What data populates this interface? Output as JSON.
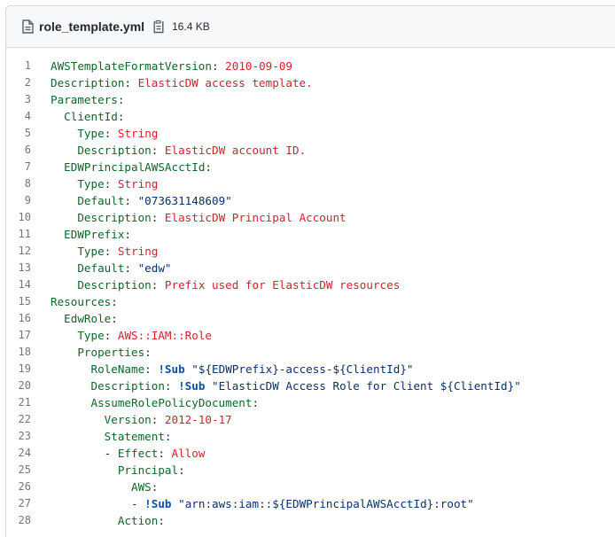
{
  "file": {
    "name": "role_template.yml",
    "size": "16.4 KB",
    "icons": {
      "file": "file-icon",
      "copy": "copy-icon"
    }
  },
  "colors": {
    "key": "#116329",
    "value": "#cf222e",
    "string": "#0a3069",
    "tag": "#0550ae",
    "line_number": "#6e7781"
  },
  "lines": [
    {
      "n": "1",
      "indent": "",
      "tokens": [
        [
          "k",
          "AWSTemplateFormatVersion"
        ],
        [
          "p",
          ": "
        ],
        [
          "v",
          "2010-09-09"
        ]
      ]
    },
    {
      "n": "2",
      "indent": "",
      "tokens": [
        [
          "k",
          "Description"
        ],
        [
          "p",
          ": "
        ],
        [
          "v",
          "ElasticDW access template."
        ]
      ]
    },
    {
      "n": "3",
      "indent": "",
      "tokens": [
        [
          "k",
          "Parameters"
        ],
        [
          "p",
          ":"
        ]
      ]
    },
    {
      "n": "4",
      "indent": "  ",
      "tokens": [
        [
          "k",
          "ClientId"
        ],
        [
          "p",
          ":"
        ]
      ]
    },
    {
      "n": "5",
      "indent": "    ",
      "tokens": [
        [
          "k",
          "Type"
        ],
        [
          "p",
          ": "
        ],
        [
          "v",
          "String"
        ]
      ]
    },
    {
      "n": "6",
      "indent": "    ",
      "tokens": [
        [
          "k",
          "Description"
        ],
        [
          "p",
          ": "
        ],
        [
          "v",
          "ElasticDW account ID."
        ]
      ]
    },
    {
      "n": "7",
      "indent": "  ",
      "tokens": [
        [
          "k",
          "EDWPrincipalAWSAcctId"
        ],
        [
          "p",
          ":"
        ]
      ]
    },
    {
      "n": "8",
      "indent": "    ",
      "tokens": [
        [
          "k",
          "Type"
        ],
        [
          "p",
          ": "
        ],
        [
          "v",
          "String"
        ]
      ]
    },
    {
      "n": "9",
      "indent": "    ",
      "tokens": [
        [
          "k",
          "Default"
        ],
        [
          "p",
          ": "
        ],
        [
          "s",
          "\"073631148609\""
        ]
      ]
    },
    {
      "n": "10",
      "indent": "    ",
      "tokens": [
        [
          "k",
          "Description"
        ],
        [
          "p",
          ": "
        ],
        [
          "v",
          "ElasticDW Principal Account"
        ]
      ]
    },
    {
      "n": "11",
      "indent": "  ",
      "tokens": [
        [
          "k",
          "EDWPrefix"
        ],
        [
          "p",
          ":"
        ]
      ]
    },
    {
      "n": "12",
      "indent": "    ",
      "tokens": [
        [
          "k",
          "Type"
        ],
        [
          "p",
          ": "
        ],
        [
          "v",
          "String"
        ]
      ]
    },
    {
      "n": "13",
      "indent": "    ",
      "tokens": [
        [
          "k",
          "Default"
        ],
        [
          "p",
          ": "
        ],
        [
          "s",
          "\"edw\""
        ]
      ]
    },
    {
      "n": "14",
      "indent": "    ",
      "tokens": [
        [
          "k",
          "Description"
        ],
        [
          "p",
          ": "
        ],
        [
          "v",
          "Prefix used for ElasticDW resources"
        ]
      ]
    },
    {
      "n": "15",
      "indent": "",
      "tokens": [
        [
          "k",
          "Resources"
        ],
        [
          "p",
          ":"
        ]
      ]
    },
    {
      "n": "16",
      "indent": "  ",
      "tokens": [
        [
          "k",
          "EdwRole"
        ],
        [
          "p",
          ":"
        ]
      ]
    },
    {
      "n": "17",
      "indent": "    ",
      "tokens": [
        [
          "k",
          "Type"
        ],
        [
          "p",
          ": "
        ],
        [
          "v",
          "AWS::IAM::Role"
        ]
      ]
    },
    {
      "n": "18",
      "indent": "    ",
      "tokens": [
        [
          "k",
          "Properties"
        ],
        [
          "p",
          ":"
        ]
      ]
    },
    {
      "n": "19",
      "indent": "      ",
      "tokens": [
        [
          "k",
          "RoleName"
        ],
        [
          "p",
          ": "
        ],
        [
          "tag",
          "!Sub"
        ],
        [
          "p",
          " "
        ],
        [
          "s",
          "\"${EDWPrefix}-access-${ClientId}\""
        ]
      ]
    },
    {
      "n": "20",
      "indent": "      ",
      "tokens": [
        [
          "k",
          "Description"
        ],
        [
          "p",
          ": "
        ],
        [
          "tag",
          "!Sub"
        ],
        [
          "p",
          " "
        ],
        [
          "s",
          "\"ElasticDW Access Role for Client ${ClientId}\""
        ]
      ]
    },
    {
      "n": "21",
      "indent": "      ",
      "tokens": [
        [
          "k",
          "AssumeRolePolicyDocument"
        ],
        [
          "p",
          ":"
        ]
      ]
    },
    {
      "n": "22",
      "indent": "        ",
      "tokens": [
        [
          "k",
          "Version"
        ],
        [
          "p",
          ": "
        ],
        [
          "v",
          "2012-10-17"
        ]
      ]
    },
    {
      "n": "23",
      "indent": "        ",
      "tokens": [
        [
          "k",
          "Statement"
        ],
        [
          "p",
          ":"
        ]
      ]
    },
    {
      "n": "24",
      "indent": "        ",
      "tokens": [
        [
          "p",
          "- "
        ],
        [
          "k",
          "Effect"
        ],
        [
          "p",
          ": "
        ],
        [
          "v",
          "Allow"
        ]
      ]
    },
    {
      "n": "25",
      "indent": "          ",
      "tokens": [
        [
          "k",
          "Principal"
        ],
        [
          "p",
          ":"
        ]
      ]
    },
    {
      "n": "26",
      "indent": "            ",
      "tokens": [
        [
          "k",
          "AWS"
        ],
        [
          "p",
          ":"
        ]
      ]
    },
    {
      "n": "27",
      "indent": "            ",
      "tokens": [
        [
          "p",
          "- "
        ],
        [
          "tag",
          "!Sub"
        ],
        [
          "p",
          " "
        ],
        [
          "s",
          "\"arn:aws:iam::${EDWPrincipalAWSAcctId}:root\""
        ]
      ]
    },
    {
      "n": "28",
      "indent": "          ",
      "tokens": [
        [
          "k",
          "Action"
        ],
        [
          "p",
          ":"
        ]
      ]
    }
  ]
}
